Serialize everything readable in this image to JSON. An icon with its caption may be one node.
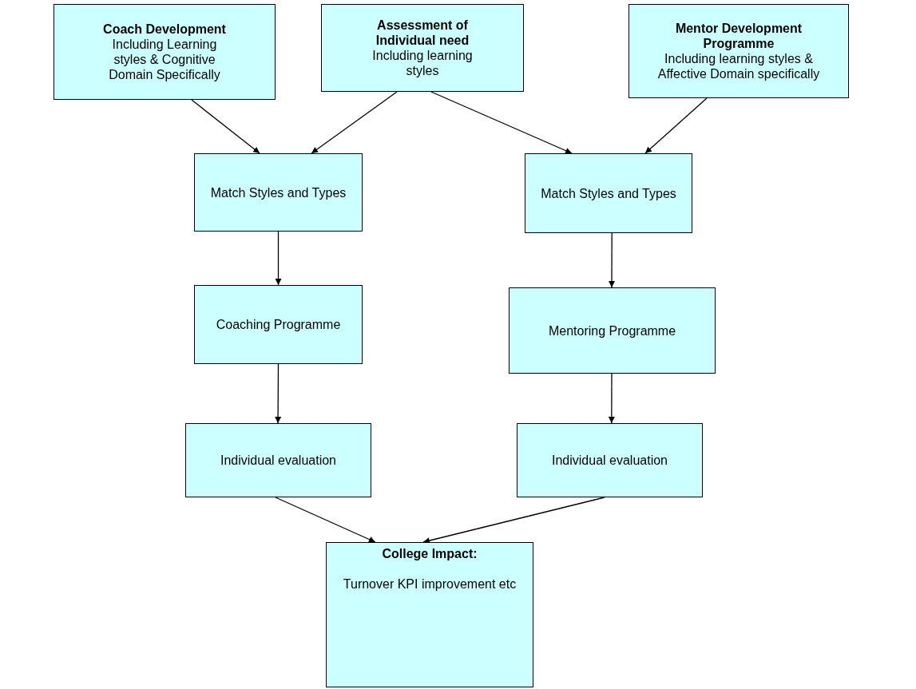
{
  "diagram": {
    "nodes": [
      {
        "text": [
          "Coach Development",
          "Including Learning styles & Cognitive Domain Specifically"
        ]
      },
      {
        "text": [
          "Assessment of Individual need",
          "Including learning styles"
        ]
      },
      {
        "text": [
          "Mentor Development Programme",
          "Including learning styles & Affective Domain specifically"
        ]
      },
      {
        "text": [
          "Match Styles and Types"
        ]
      },
      {
        "text": [
          "Match Styles and Types"
        ]
      },
      {
        "text": [
          "Coaching Programme"
        ]
      },
      {
        "text": [
          "Mentoring Programme"
        ]
      },
      {
        "text": [
          "Individual evaluation"
        ]
      },
      {
        "text": [
          "Individual evaluation"
        ]
      },
      {
        "text": [
          "College Impact:",
          "Turnover KPI improvement etc"
        ]
      }
    ],
    "edges": [
      {
        "from": 0,
        "to": 3,
        "arrow": "to"
      },
      {
        "from": 1,
        "to": 3,
        "arrow": "to"
      },
      {
        "from": 1,
        "to": 4,
        "arrow": "to"
      },
      {
        "from": 2,
        "to": 4,
        "arrow": "to"
      },
      {
        "from": 3,
        "to": 5,
        "arrow": "to"
      },
      {
        "from": 4,
        "to": 6,
        "arrow": "to"
      },
      {
        "from": 5,
        "to": 7,
        "arrow": "to"
      },
      {
        "from": 6,
        "to": 8,
        "arrow": "to"
      },
      {
        "from": 7,
        "to": 9,
        "arrow": "to"
      },
      {
        "from": 8,
        "to": 9,
        "arrow": "to"
      }
    ]
  }
}
